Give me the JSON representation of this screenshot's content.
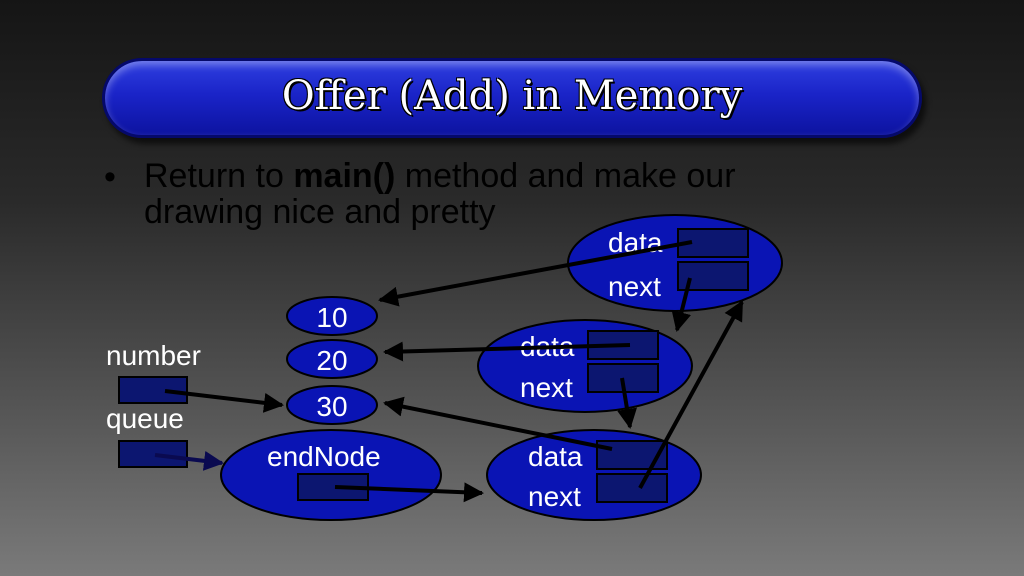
{
  "title": "Offer (Add) in Memory",
  "bullet": {
    "prefix": "Return to ",
    "bold": "main()",
    "suffix": " method and make our",
    "line2": "drawing nice and pretty"
  },
  "diagram": {
    "variables": {
      "number": "number",
      "queue": "queue"
    },
    "values": [
      "10",
      "20",
      "30"
    ],
    "end_node_label": "endNode",
    "node_fields": {
      "data": "data",
      "next": "next"
    }
  },
  "colors": {
    "node_fill": "#0a14b4",
    "box_fill": "#0c1670",
    "title_blue": "#1a24c8"
  }
}
